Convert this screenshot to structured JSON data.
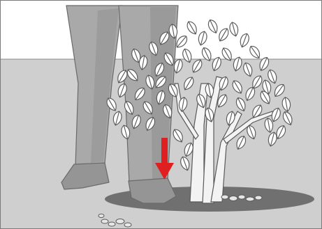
{
  "scene": {
    "type": "instructional-illustration",
    "subject": "planting-shrub-stepping-soil",
    "elements": [
      "wall",
      "floor",
      "person-legs",
      "shrub",
      "soil-patch",
      "pebbles",
      "down-arrow"
    ]
  },
  "colors": {
    "background": "#ffffff",
    "wall": "#ffffff",
    "floor": "#cfcfcf",
    "floor_line": "#bdbdbd",
    "pants": "#a9a9a9",
    "pants_shadow": "#8f8f8f",
    "shoe": "#9a9a9a",
    "soil": "#6f6f6f",
    "trunk": "#f3f3f3",
    "leaf_fill": "#ffffff",
    "line": "#5a5a5a",
    "arrow": "#e02020"
  }
}
